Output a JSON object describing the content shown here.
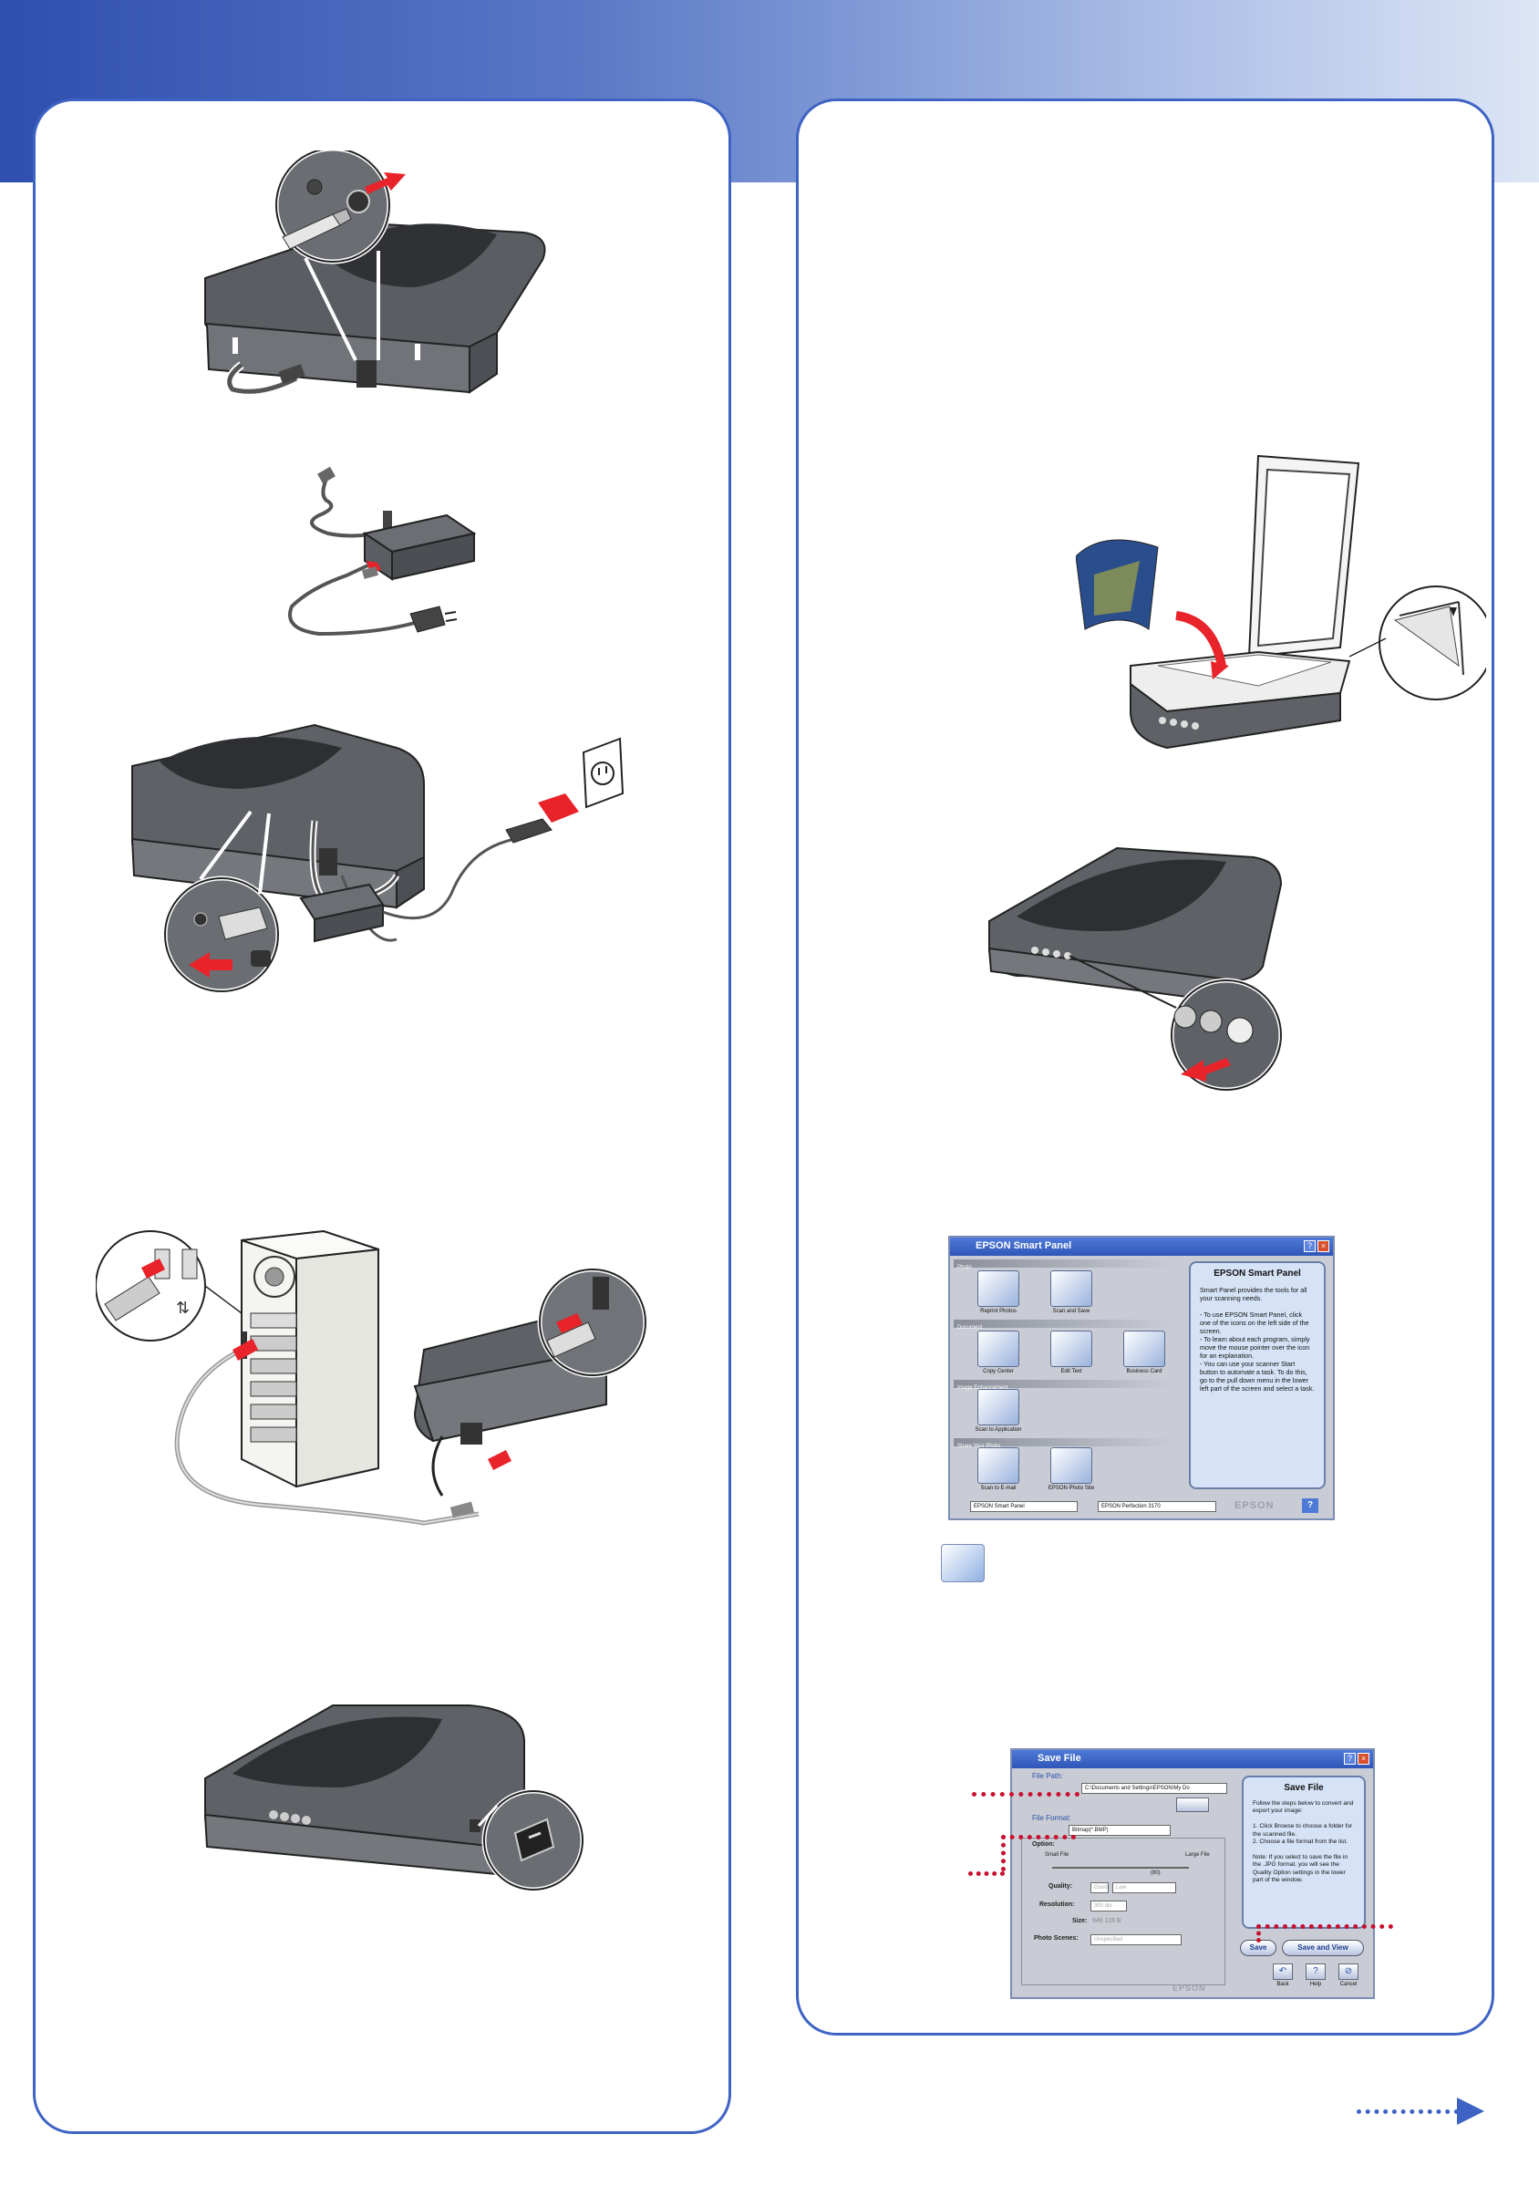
{
  "colors": {
    "accent": "#3f63c4",
    "callout_marker": "#c8102e"
  },
  "smart_panel": {
    "title": "EPSON Smart Panel",
    "sections": [
      "Photo",
      "Document",
      "Image Enhancement",
      "Share Your Photo"
    ],
    "items": [
      "Reprint Photos",
      "Scan and Save",
      "Copy Center",
      "Edit Text",
      "Business Card",
      "Scan to Application",
      "Scan to E-mail",
      "EPSON Photo Site"
    ],
    "help_title": "EPSON Smart Panel",
    "help_text": "Smart Panel provides the tools for all your scanning needs.\n\n- To use EPSON Smart Panel, click one of the icons on the left side of the screen.\n- To learn about each program, simply move the mouse pointer over the icon for an explanation.\n- You can use your scanner Start button to automate a task. To do this, go to the pull down menu in the lower left part of the screen and select a task.",
    "dropdown_left": "EPSON Smart Panel",
    "dropdown_right": "EPSON Perfection 3170",
    "brand": "EPSON",
    "help_button": "?"
  },
  "save_file": {
    "title": "Save File",
    "file_path_label": "File Path:",
    "file_path_value": "C:\\Documents and Settings\\EPSON\\My Do",
    "file_format_label": "File Format:",
    "file_format_value": "Bitmap(*.BMP)",
    "options_label": "Option:",
    "small_file": "Small File",
    "large_file": "Large File",
    "slider_value": "(80)",
    "quality_label": "Quality:",
    "quality_value": "Good",
    "quality_value2": "Low",
    "resolution_label": "Resolution:",
    "resolution_value": "300 dpi",
    "size_label": "Size:",
    "size_value": "946 119 B",
    "photo_scenes_label": "Photo Scenes:",
    "photo_scenes_value": "Unspecified",
    "help_title": "Save File",
    "help_text": "Follow the steps below to convert and export your image:\n\n1. Click Browse to choose a folder for the scanned file.\n2. Choose a file format from the list.\n\nNote: If you select to save the file in the .JPG format, you will see the Quality Option settings in the lower part of the window.",
    "save_button": "Save",
    "save_view_button": "Save and View",
    "back_label": "Back",
    "help_label": "Help",
    "cancel_label": "Cancel",
    "brand": "EPSON"
  }
}
